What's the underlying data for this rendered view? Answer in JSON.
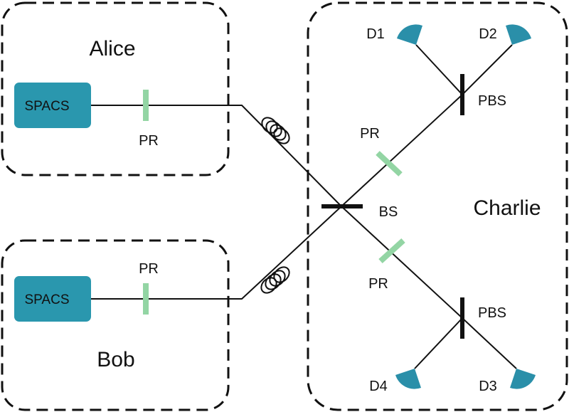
{
  "parties": {
    "alice": "Alice",
    "bob": "Bob",
    "charlie": "Charlie"
  },
  "components": {
    "source_alice": "SPACS",
    "source_bob": "SPACS",
    "pr_alice": "PR",
    "pr_bob": "PR",
    "pr_upper": "PR",
    "pr_lower": "PR",
    "beam_splitter": "BS",
    "pbs_upper": "PBS",
    "pbs_lower": "PBS"
  },
  "detectors": {
    "d1": "D1",
    "d2": "D2",
    "d3": "D3",
    "d4": "D4"
  },
  "colors": {
    "source": "#2a97ae",
    "polarization_rotator": "#93d5a4",
    "detector": "#2a8fa9",
    "line": "#111111"
  }
}
